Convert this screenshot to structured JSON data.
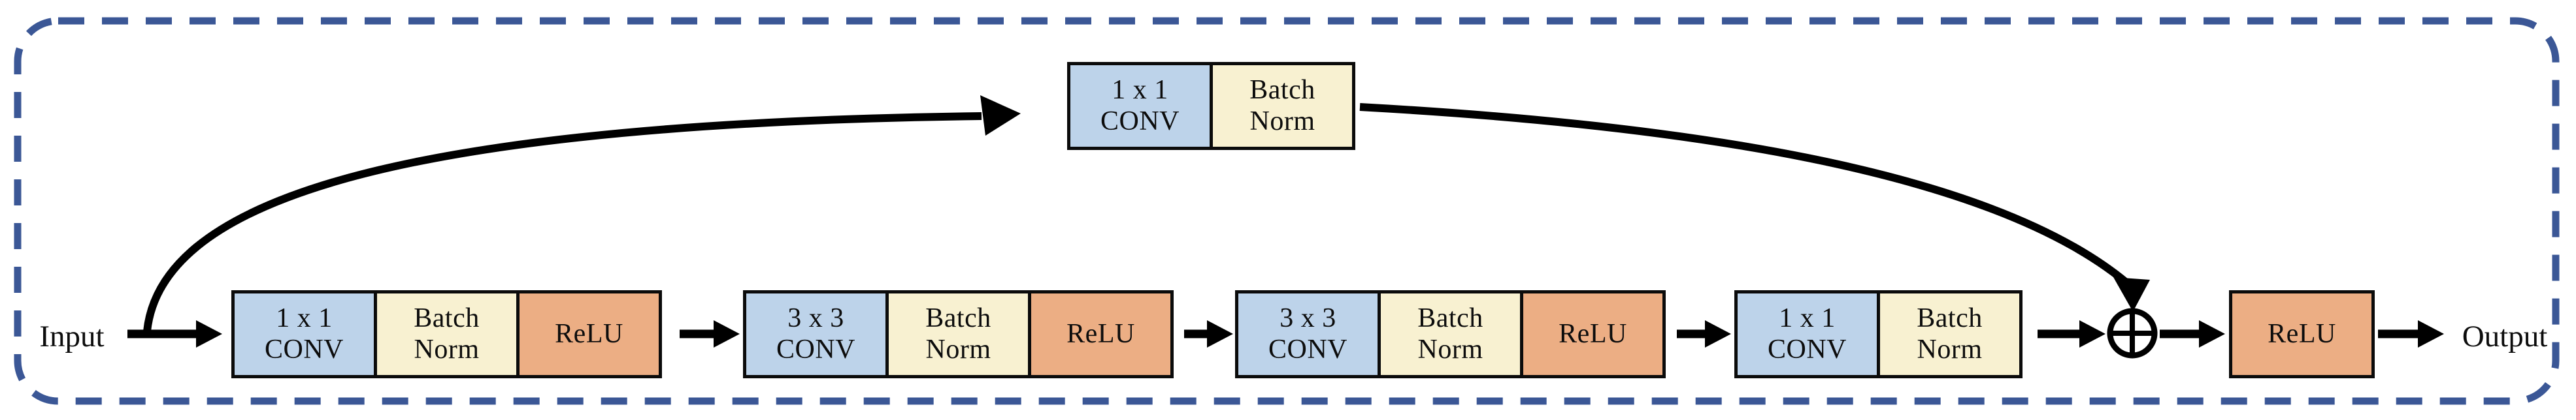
{
  "colors": {
    "background": "#FFFFFF",
    "conv_fill": "#BDD3EA",
    "batchnorm_fill": "#F8F1D1",
    "relu_fill": "#ECAE84",
    "box_border": "#0B0B0B",
    "dashed_border": "#3B5796",
    "arrow": "#000000"
  },
  "labels": {
    "input": "Input",
    "output": "Output"
  },
  "icons": {
    "merge": "circled-plus"
  },
  "skip_branch": {
    "cells": [
      {
        "type": "conv",
        "lines": [
          "1 x 1",
          "CONV"
        ]
      },
      {
        "type": "batchnorm",
        "lines": [
          "Batch",
          "Norm"
        ]
      }
    ]
  },
  "main_path": {
    "groups": [
      {
        "cells": [
          {
            "type": "conv",
            "lines": [
              "1 x 1",
              "CONV"
            ]
          },
          {
            "type": "batchnorm",
            "lines": [
              "Batch",
              "Norm"
            ]
          },
          {
            "type": "relu",
            "lines": [
              "ReLU"
            ]
          }
        ]
      },
      {
        "cells": [
          {
            "type": "conv",
            "lines": [
              "3 x 3",
              "CONV"
            ]
          },
          {
            "type": "batchnorm",
            "lines": [
              "Batch",
              "Norm"
            ]
          },
          {
            "type": "relu",
            "lines": [
              "ReLU"
            ]
          }
        ]
      },
      {
        "cells": [
          {
            "type": "conv",
            "lines": [
              "3 x 3",
              "CONV"
            ]
          },
          {
            "type": "batchnorm",
            "lines": [
              "Batch",
              "Norm"
            ]
          },
          {
            "type": "relu",
            "lines": [
              "ReLU"
            ]
          }
        ]
      },
      {
        "cells": [
          {
            "type": "conv",
            "lines": [
              "1 x 1",
              "CONV"
            ]
          },
          {
            "type": "batchnorm",
            "lines": [
              "Batch",
              "Norm"
            ]
          }
        ]
      }
    ],
    "final_activation": {
      "type": "relu",
      "label": "ReLU"
    }
  }
}
